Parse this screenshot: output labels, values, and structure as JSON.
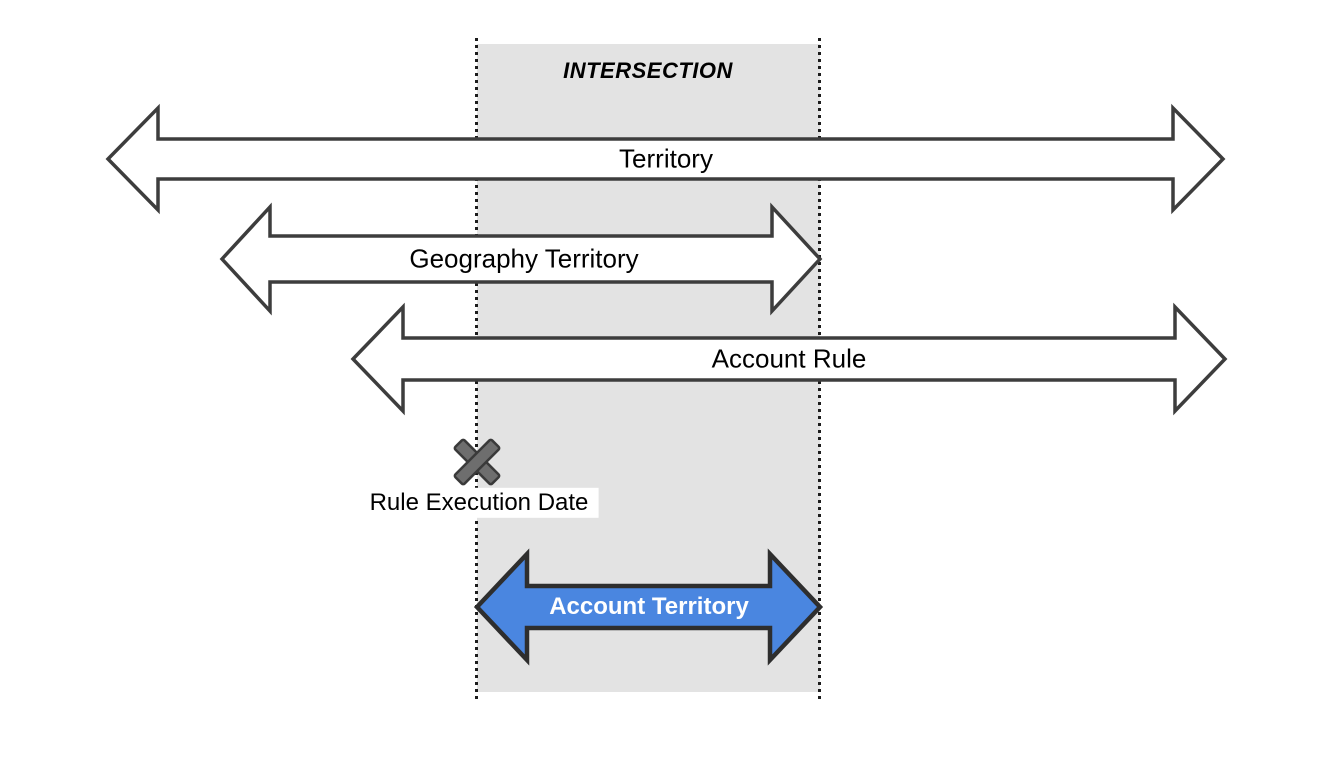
{
  "diagram": {
    "intersection": {
      "title": "INTERSECTION"
    },
    "arrows": [
      {
        "id": "territory",
        "label": "Territory",
        "fill": "#ffffff",
        "text_color": "#000000"
      },
      {
        "id": "geography-territory",
        "label": "Geography Territory",
        "fill": "#ffffff",
        "text_color": "#000000"
      },
      {
        "id": "account-rule",
        "label": "Account Rule",
        "fill": "#ffffff",
        "text_color": "#000000"
      },
      {
        "id": "account-territory",
        "label": "Account Territory",
        "fill": "#4a86e0",
        "text_color": "#ffffff"
      }
    ],
    "marker": {
      "symbol": "x",
      "label": "Rule Execution Date"
    },
    "colors": {
      "background": "#ffffff",
      "intersection_band": "#e3e3e3",
      "dotted_line": "#1c1c1c",
      "arrow_outline": "#3d3d3d",
      "accent_blue": "#4a86e0",
      "marker_fill": "#6e6e6e"
    }
  }
}
